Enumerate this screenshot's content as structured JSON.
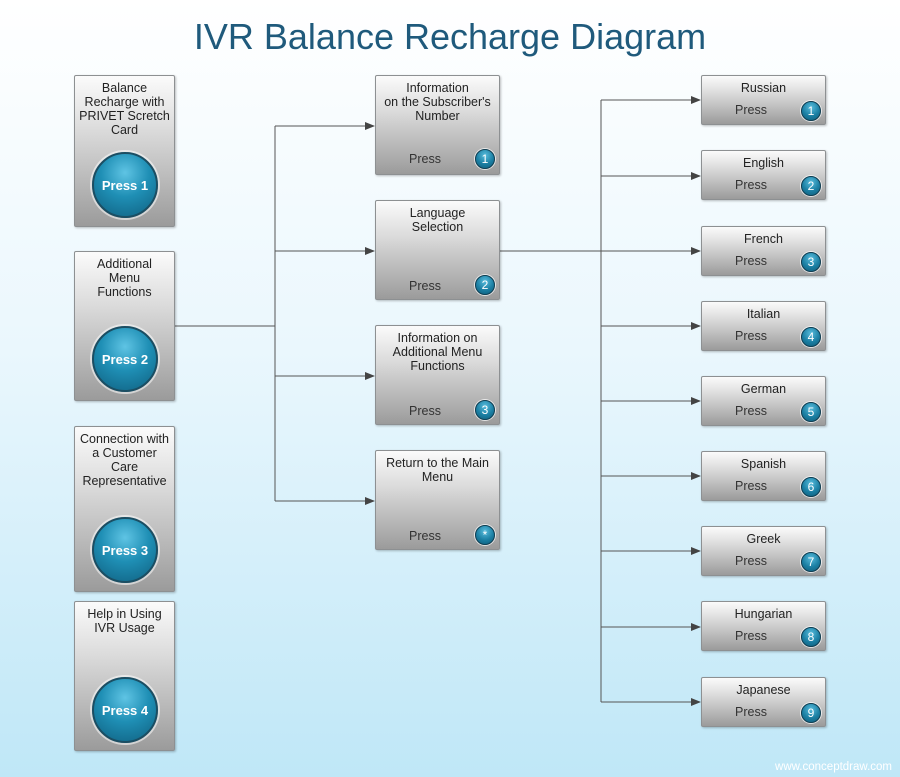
{
  "title": "IVR Balance Recharge Diagram",
  "main_options": [
    {
      "label": "Balance\nRecharge with\nPRIVET Scretch\nCard",
      "button": "Press 1"
    },
    {
      "label": "Additional\nMenu\nFunctions",
      "button": "Press 2"
    },
    {
      "label": "Connection with\na Customer\nCare\nRepresentative",
      "button": "Press 3"
    },
    {
      "label": "Help in Using\nIVR Usage",
      "button": "Press 4"
    }
  ],
  "sub_menu": [
    {
      "label": "Information\non the Subscriber's\nNumber",
      "press": "Press",
      "key": "1"
    },
    {
      "label": "Language\nSelection",
      "press": "Press",
      "key": "2"
    },
    {
      "label": "Information on\nAdditional Menu\nFunctions",
      "press": "Press",
      "key": "3"
    },
    {
      "label": "Return to the Main\nMenu",
      "press": "Press",
      "key": "*"
    }
  ],
  "languages": [
    {
      "label": "Russian",
      "press": "Press",
      "key": "1"
    },
    {
      "label": "English",
      "press": "Press",
      "key": "2"
    },
    {
      "label": "French",
      "press": "Press",
      "key": "3"
    },
    {
      "label": "Italian",
      "press": "Press",
      "key": "4"
    },
    {
      "label": "German",
      "press": "Press",
      "key": "5"
    },
    {
      "label": "Spanish",
      "press": "Press",
      "key": "6"
    },
    {
      "label": "Greek",
      "press": "Press",
      "key": "7"
    },
    {
      "label": "Hungarian",
      "press": "Press",
      "key": "8"
    },
    {
      "label": "Japanese",
      "press": "Press",
      "key": "9"
    }
  ],
  "footer": "www.conceptdraw.com"
}
